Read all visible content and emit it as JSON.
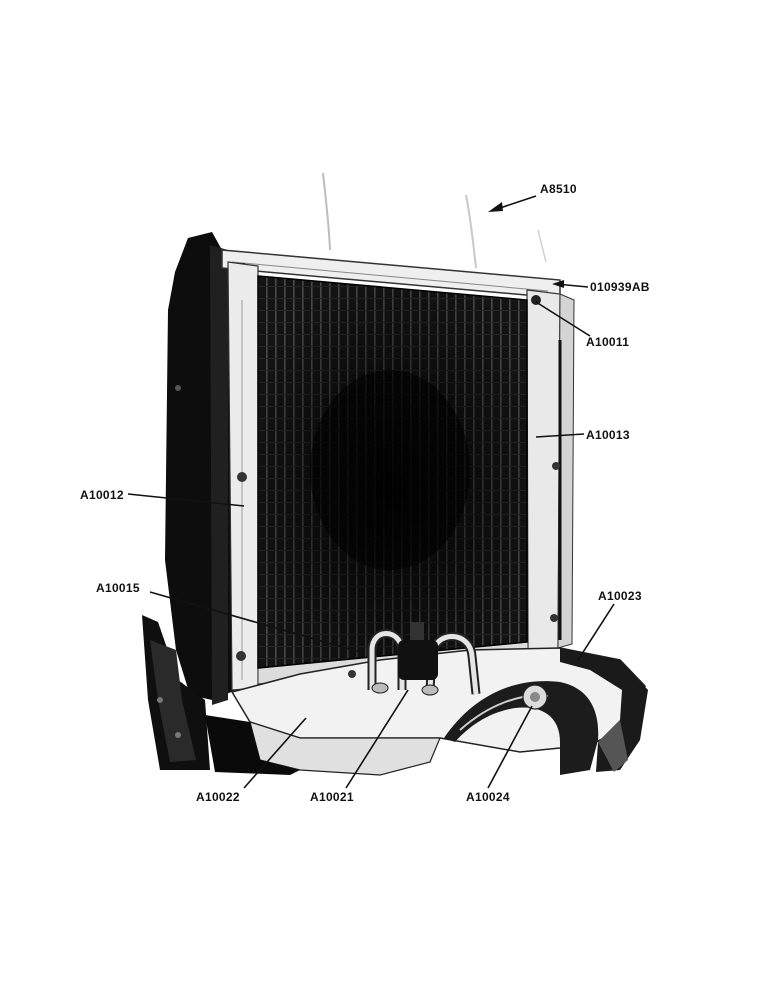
{
  "callouts": {
    "assembly": "A8510",
    "top_tank_cap": "010939AB",
    "upper_bolt": "A10011",
    "right_side_channel": "A10013",
    "left_side_channel": "A10012",
    "hose_clamp": "A10015",
    "right_baffle": "A10023",
    "lower_baffle": "A10022",
    "upper_hose_pipe": "A10021",
    "support_rod": "A10024"
  },
  "colors": {
    "ink": "#111111",
    "paper": "#ffffff",
    "frame": "#e6e6e6",
    "core": "#1a1a1a"
  }
}
